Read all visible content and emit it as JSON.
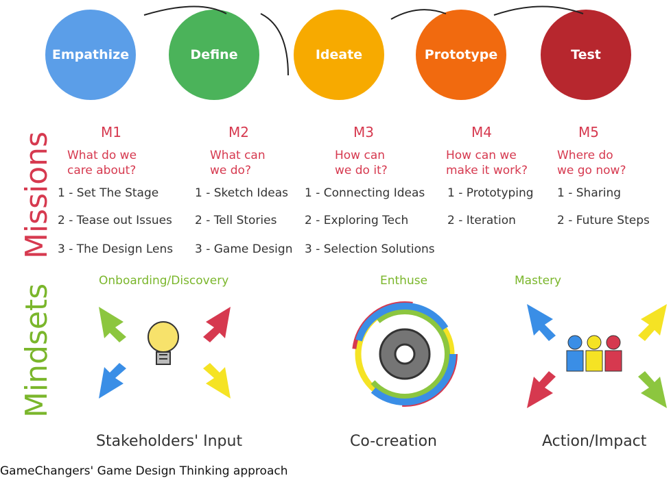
{
  "stages": [
    {
      "label": "Empathize",
      "color": "#5b9ee8"
    },
    {
      "label": "Define",
      "color": "#4bb35a"
    },
    {
      "label": "Ideate",
      "color": "#f7aa00"
    },
    {
      "label": "Prototype",
      "color": "#f16a0f"
    },
    {
      "label": "Test",
      "color": "#b7272e"
    }
  ],
  "missions_label": "Missions",
  "mindsets_label": "Mindsets",
  "missions": [
    {
      "code": "M1",
      "question": [
        "What do we",
        "care about?"
      ],
      "steps": [
        "1 - Set The Stage",
        "2 - Tease out Issues",
        "3 - The Design Lens"
      ]
    },
    {
      "code": "M2",
      "question": [
        "What can",
        "we do?"
      ],
      "steps": [
        "1 - Sketch Ideas",
        "2 - Tell Stories",
        "3 - Game Design"
      ]
    },
    {
      "code": "M3",
      "question": [
        "How can",
        "we do it?"
      ],
      "steps": [
        "1 - Connecting Ideas",
        "2 - Exploring Tech",
        "3 - Selection Solutions"
      ]
    },
    {
      "code": "M4",
      "question": [
        "How can we",
        "make it work?"
      ],
      "steps": [
        "1 - Prototyping",
        "2 - Iteration"
      ]
    },
    {
      "code": "M5",
      "question": [
        "Where do",
        "we go now?"
      ],
      "steps": [
        "1 - Sharing",
        "2 - Future Steps"
      ]
    }
  ],
  "mindsets": [
    {
      "title": "Onboarding/Discovery",
      "caption": "Stakeholders' Input",
      "icon": "lightbulb-icon"
    },
    {
      "title": "Enthuse",
      "caption": "Co-creation",
      "icon": "gear-icon"
    },
    {
      "title": "Mastery",
      "caption": "Action/Impact",
      "icon": "people-icon"
    }
  ],
  "footer": "GameChangers' Game Design Thinking approach",
  "colors": {
    "missions_text": "#d6394f",
    "mindsets_text": "#7ab62b"
  }
}
